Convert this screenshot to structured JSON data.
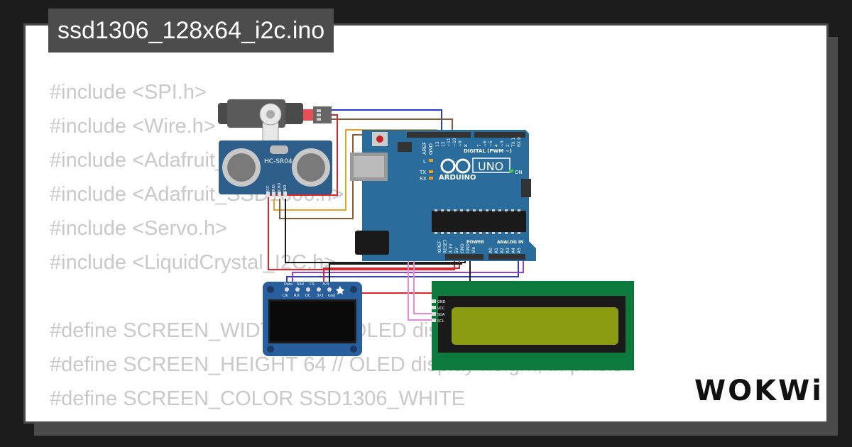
{
  "window": {
    "title": "ssd1306_128x64_i2c.ino"
  },
  "code_lines": [
    "#include <SPI.h>",
    "#include <Wire.h>",
    "#include <Adafruit_GFX.h>",
    "#include <Adafruit_SSD1306.h>",
    "#include <Servo.h>",
    "#include <LiquidCrystal_I2C.h>",
    "",
    "#define SCREEN_WIDTH 128 // OLED display width, in pixels",
    "#define SCREEN_HEIGHT 64 // OLED display height, in pixels",
    "#define SCREEN_COLOR SSD1306_WHITE"
  ],
  "arduino": {
    "model": "UNO",
    "brand": "ARDUINO",
    "digital_label": "DIGITAL (PWM ~)",
    "power_label": "POWER",
    "analog_label": "ANALOG IN",
    "on_label": "ON",
    "l_label": "L",
    "tx_label": "TX",
    "rx_label": "RX",
    "aref_label": "AREF",
    "gnd_label": "GND",
    "digital_pins": [
      "13",
      "12",
      "~11",
      "~10",
      "~9",
      "8",
      "7",
      "~6",
      "~5",
      "4",
      "~3",
      "2",
      "TX 1",
      "RX 0"
    ],
    "power_pins": [
      "IOREF",
      "RESET",
      "3.3V",
      "5V",
      "GND",
      "GND",
      "Vin"
    ],
    "analog_pins": [
      "A0",
      "A1",
      "A2",
      "A3",
      "A4",
      "A5"
    ]
  },
  "sensor": {
    "name": "HC-SR04",
    "pins": [
      "VCC",
      "TRIG",
      "ECHO",
      "GND"
    ]
  },
  "oled": {
    "pins_top": [
      "Data",
      "SA0",
      "CS",
      "3v3"
    ],
    "pins_bottom": [
      "Clk",
      "Rst",
      "DC",
      "3v3",
      "Gnd"
    ]
  },
  "lcd": {
    "pins": [
      "GND",
      "VCC",
      "SDA",
      "SCL"
    ]
  },
  "brand": {
    "logo": "WOKWi"
  },
  "colors": {
    "board": "#2a6c9c",
    "wire_red": "#e0242a",
    "wire_black": "#1a1a1a",
    "wire_blue": "#2b3bd6",
    "wire_purple": "#9a3fd4",
    "wire_orange": "#f0a020",
    "wire_brown": "#8a5a32",
    "wire_pink": "#e58ad0",
    "lcd_green": "#0c7a3c",
    "lcd_screen": "#8b9c13"
  }
}
